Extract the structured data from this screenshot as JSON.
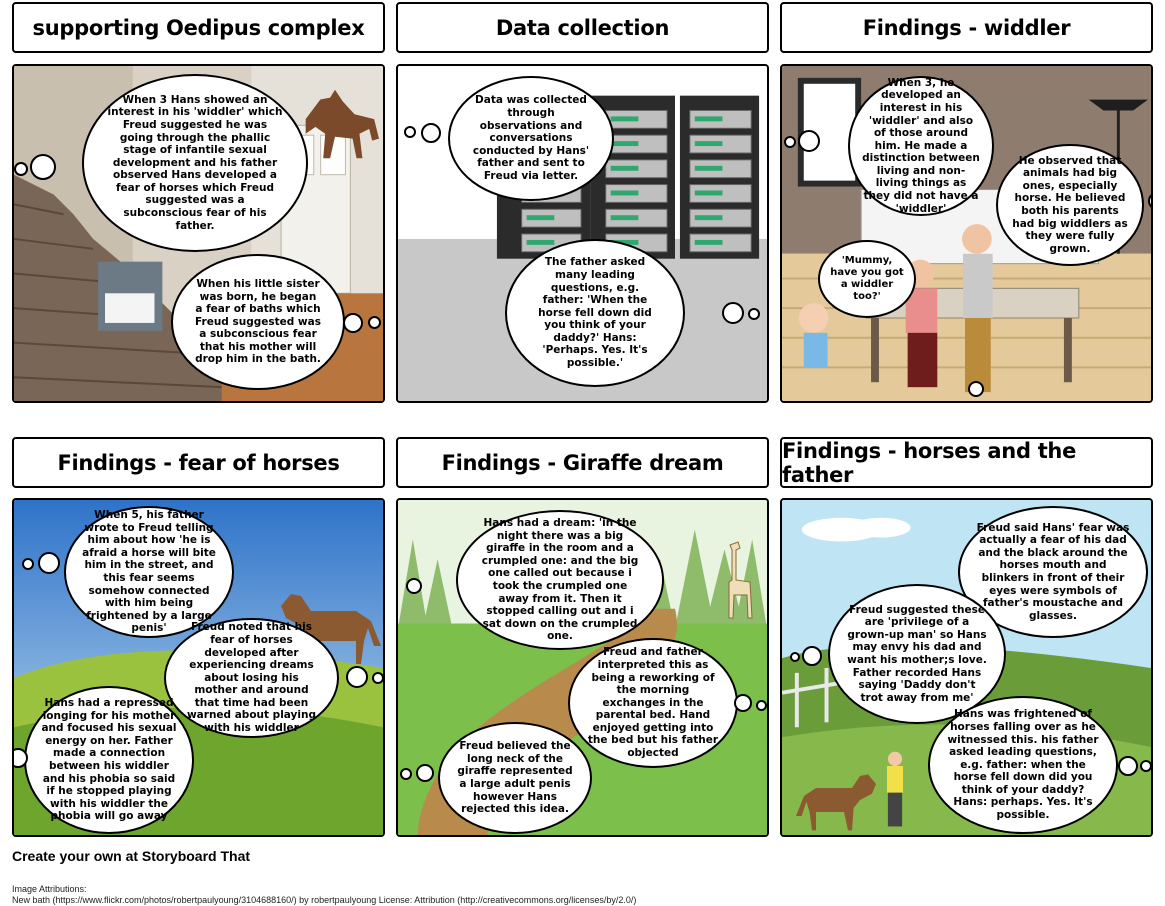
{
  "titles": [
    "supporting Oedipus complex",
    "Data collection",
    "Findings - widdler",
    "Findings - fear of horses",
    "Findings - Giraffe dream",
    "Findings - horses and the father"
  ],
  "panel1": {
    "b1": "When 3 Hans showed an interest in his 'widdler' which Freud suggested he was going through the phallic stage of infantile sexual development and his father observed Hans developed a fear of horses which Freud suggested was a subconscious fear of his father.",
    "b2": "When his little sister was born, he began a fear of baths which Freud suggested was a subconscious fear that his mother will drop him in the bath."
  },
  "panel2": {
    "b1": "Data was collected through observations and conversations conducted by Hans' father and sent to Freud via letter.",
    "b2": "The father asked many leading questions, e.g. father: 'When the horse fell down did you think of your daddy?' Hans: 'Perhaps. Yes. It's possible.'"
  },
  "panel3": {
    "b1": "When 3, he developed an interest in his 'widdler' and also of those around him. He made a distinction between living and non-living things as they did not have a 'widdler'",
    "b2": "He observed that animals had big ones, especially horse. He believed both his parents had big widdlers as they were fully grown.",
    "b3": "'Mummy, have you got a widdler too?'"
  },
  "panel4": {
    "b1": "When 5, his father wrote to Freud telling him about how 'he is afraid a horse will bite him in the street, and this fear seems somehow connected with him being frightened by a large penis'",
    "b2": "Freud noted that his fear of horses developed after experiencing dreams about losing his mother and around that time had been warned about playing with his widdler",
    "b3": "Hans had a repressed longing for his mother and focused his sexual energy on her. Father made a connection between his widdler and his phobia so said if he stopped playing with his widdler the phobia will go away"
  },
  "panel5": {
    "b1": "Hans had a dream: 'in the night there was a big giraffe in the room and a crumpled one: and the big one called out because i took the crumpled one away from it. Then it stopped calling out and i sat down on the crumpled one.",
    "b2": "Freud and father interpreted this as being a reworking of the morning exchanges in the parental bed. Hand enjoyed getting into the bed but his father objected",
    "b3": "Freud believed the long neck of the giraffe represented a large adult penis however Hans rejected this idea."
  },
  "panel6": {
    "b1": "Freud said Hans' fear was actually a fear of his dad and the black around the horses mouth and blinkers in front of their eyes were symbols of father's moustache and glasses.",
    "b2": "Freud suggested these are 'privilege of a grown-up man' so Hans may envy his dad and want his mother;s love. Father recorded Hans saying 'Daddy don't trot away from me'",
    "b3": "Hans was frightened of horses falling over as he witnessed this. his father asked leading questions, e.g. father: when the horse fell down did you think of your daddy? Hans: perhaps. Yes. It's possible."
  },
  "footer": {
    "cta": "Create your own at Storyboard That",
    "attr_title": "Image Attributions:",
    "attr_line": "New bath (https://www.flickr.com/photos/robertpaulyoung/3104688160/) by robertpaulyoung License: Attribution (http://creativecommons.org/licenses/by/2.0/)"
  }
}
